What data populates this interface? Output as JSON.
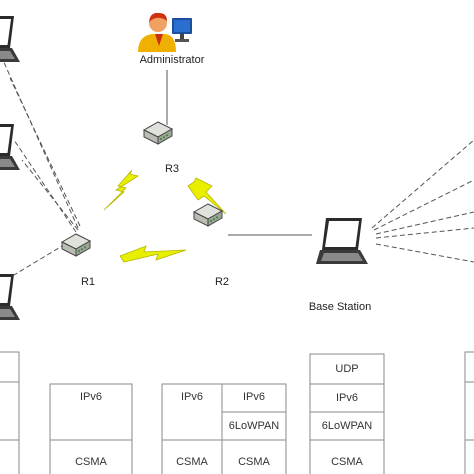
{
  "labels": {
    "administrator": "Administrator",
    "r1": "R1",
    "r2": "R2",
    "r3": "R3",
    "base_station": "Base Station"
  },
  "stacks": {
    "left_partial": [],
    "r1": [
      "IPv6",
      "",
      "CSMA"
    ],
    "r2": [
      "IPv6",
      "IPv6",
      "6LoWPAN",
      "CSMA",
      "CSMA"
    ],
    "base_station": [
      "UDP",
      "IPv6",
      "6LoWPAN",
      "CSMA"
    ],
    "right_partial": []
  },
  "colors": {
    "wireless_bolt": "#e8f000",
    "router_body": "#c8ccc4",
    "laptop_screen": "#ffffff",
    "admin_head": "#f0a060",
    "admin_hair": "#d03010",
    "admin_shirt": "#f0b000",
    "monitor_screen": "#2a6fd0"
  },
  "icons": [
    "administrator-icon",
    "router-icon",
    "laptop-icon",
    "lightning-bolt-icon"
  ]
}
